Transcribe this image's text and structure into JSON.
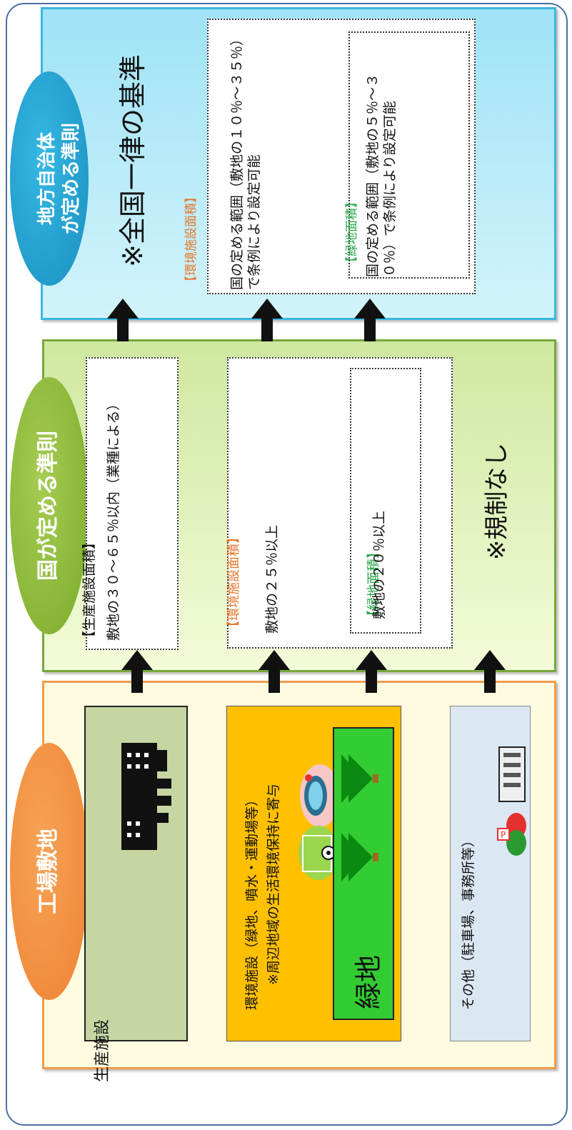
{
  "ellipse_local": "地方自治体\nが定める準則",
  "ellipse_nation": "国が定める準則",
  "ellipse_factory": "工場敷地",
  "local": {
    "national_uniform": "※全国一律の基準",
    "env_title": "【環境施設面積】",
    "env_body": "国の定める範囲（敷地の１０％～３５％）で条例により設定可能",
    "green_title": "【緑地面積】",
    "green_body": "国の定める範囲（敷地の５％～３０％）で条例により設定可能"
  },
  "nation": {
    "prod_title": "【生産施設面積】",
    "prod_body": "敷地の３０～６５％以内（業種による）",
    "env_title": "【環境施設面積】",
    "env_body": "敷地の２５％以上",
    "green_title": "【緑地面積】",
    "green_body": "敷地の２０％以上",
    "no_regulation": "※規制なし"
  },
  "factory": {
    "production": "生産施設",
    "environment": "環境施設（緑地、噴水・運動場等）",
    "environment_note": "※周辺地域の生活環境保持に寄与",
    "green": "緑地",
    "other": "その他（駐車場、事務所等）"
  },
  "colors": {
    "local_panel": "#a9e6f7",
    "nation_panel": "#dcefb4",
    "factory_panel": "#fffbe0",
    "env_title": "#e8762a",
    "green_title": "#2aa84a"
  },
  "icons": [
    "factory-icon",
    "fountain-icon",
    "soccer-field-icon",
    "tree-icon",
    "office-building-icon",
    "parking-car-icon"
  ]
}
